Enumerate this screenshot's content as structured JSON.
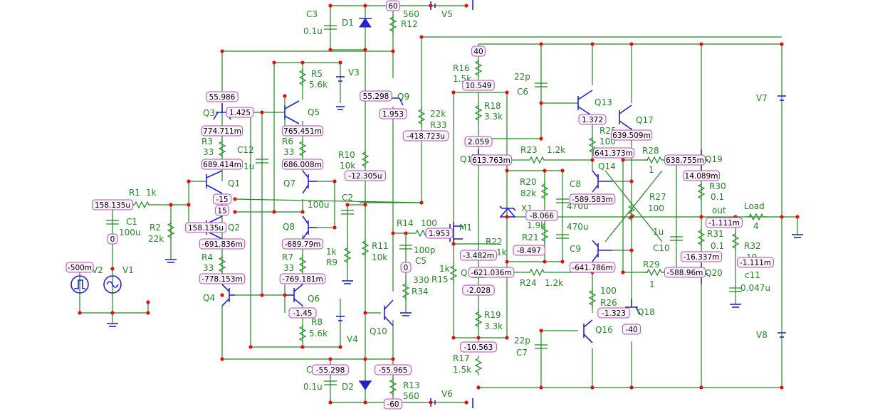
{
  "components": [
    {
      "id": "C3",
      "ref": "C3",
      "value": "0.1u"
    },
    {
      "id": "D1",
      "ref": "D1",
      "value": ""
    },
    {
      "id": "R12",
      "ref": "R12",
      "value": "560"
    },
    {
      "id": "V5",
      "ref": "V5",
      "value": ""
    },
    {
      "id": "R5",
      "ref": "R5",
      "value": "5.6k"
    },
    {
      "id": "V3",
      "ref": "V3",
      "value": ""
    },
    {
      "id": "Q9",
      "ref": "Q9",
      "value": ""
    },
    {
      "id": "R16",
      "ref": "R16",
      "value": "1.5k"
    },
    {
      "id": "C6",
      "ref": "C6",
      "value": "22p"
    },
    {
      "id": "Q13",
      "ref": "Q13",
      "value": ""
    },
    {
      "id": "Q17",
      "ref": "Q17",
      "value": ""
    },
    {
      "id": "V7",
      "ref": "V7",
      "value": ""
    },
    {
      "id": "Q3",
      "ref": "Q3",
      "value": ""
    },
    {
      "id": "Q5",
      "ref": "Q5",
      "value": ""
    },
    {
      "id": "R18",
      "ref": "R18",
      "value": "3.3k"
    },
    {
      "id": "R25",
      "ref": "R25",
      "value": "100"
    },
    {
      "id": "R33",
      "ref": "R33",
      "value": "22k"
    },
    {
      "id": "R3",
      "ref": "R3",
      "value": "33"
    },
    {
      "id": "R6",
      "ref": "R6",
      "value": "33"
    },
    {
      "id": "C12",
      "ref": "C12",
      "value": "1u"
    },
    {
      "id": "R10",
      "ref": "R10",
      "value": "10k"
    },
    {
      "id": "Q11",
      "ref": "Q11",
      "value": ""
    },
    {
      "id": "R23",
      "ref": "R23",
      "value": "1.2k"
    },
    {
      "id": "R28",
      "ref": "R28",
      "value": "1"
    },
    {
      "id": "Q19",
      "ref": "Q19",
      "value": ""
    },
    {
      "id": "Q14",
      "ref": "Q14",
      "value": ""
    },
    {
      "id": "R20",
      "ref": "R20",
      "value": "82k"
    },
    {
      "id": "C8",
      "ref": "C8",
      "value": "470u"
    },
    {
      "id": "R30",
      "ref": "R30",
      "value": "0.1"
    },
    {
      "id": "Q1",
      "ref": "Q1",
      "value": ""
    },
    {
      "id": "Q7",
      "ref": "Q7",
      "value": ""
    },
    {
      "id": "C2",
      "ref": "C2",
      "value": "100u"
    },
    {
      "id": "R27",
      "ref": "R27",
      "value": "100"
    },
    {
      "id": "Load",
      "ref": "Load",
      "value": "4"
    },
    {
      "id": "R1",
      "ref": "R1",
      "value": "1k"
    },
    {
      "id": "X1",
      "ref": "X1",
      "value": ""
    },
    {
      "id": "R14",
      "ref": "R14",
      "value": "100"
    },
    {
      "id": "M1",
      "ref": "M1",
      "value": ""
    },
    {
      "id": "C1",
      "ref": "C1",
      "value": "100u"
    },
    {
      "id": "Q2",
      "ref": "Q2",
      "value": ""
    },
    {
      "id": "Q8",
      "ref": "Q8",
      "value": ""
    },
    {
      "id": "R21",
      "ref": "R21",
      "value": "1.9k"
    },
    {
      "id": "C9",
      "ref": "C9",
      "value": "470u"
    },
    {
      "id": "C10",
      "ref": "C10",
      "value": "1u"
    },
    {
      "id": "R31",
      "ref": "R31",
      "value": "0.1"
    },
    {
      "id": "R32",
      "ref": "R32",
      "value": "10"
    },
    {
      "id": "R2",
      "ref": "R2",
      "value": "22k"
    },
    {
      "id": "R22",
      "ref": "R22",
      "value": "1k"
    },
    {
      "id": "R9",
      "ref": "R9",
      "value": "1k"
    },
    {
      "id": "R11",
      "ref": "R11",
      "value": "10k"
    },
    {
      "id": "C5",
      "ref": "C5",
      "value": "100p"
    },
    {
      "id": "R4",
      "ref": "R4",
      "value": "33"
    },
    {
      "id": "R7",
      "ref": "R7",
      "value": "33"
    },
    {
      "id": "Q12",
      "ref": "Q12",
      "value": ""
    },
    {
      "id": "R15",
      "ref": "R15",
      "value": "1k"
    },
    {
      "id": "R24",
      "ref": "R24",
      "value": "1.2k"
    },
    {
      "id": "R29",
      "ref": "R29",
      "value": "1"
    },
    {
      "id": "Q20",
      "ref": "Q20",
      "value": ""
    },
    {
      "id": "C11",
      "ref": "c11",
      "value": "0.047u"
    },
    {
      "id": "V2",
      "ref": "V2",
      "value": ""
    },
    {
      "id": "V1",
      "ref": "V1",
      "value": ""
    },
    {
      "id": "Q4",
      "ref": "Q4",
      "value": ""
    },
    {
      "id": "Q6",
      "ref": "Q6",
      "value": ""
    },
    {
      "id": "R34",
      "ref": "R34",
      "value": "330"
    },
    {
      "id": "R26",
      "ref": "R26",
      "value": "100"
    },
    {
      "id": "Q18",
      "ref": "Q18",
      "value": ""
    },
    {
      "id": "R19",
      "ref": "R19",
      "value": "3.3k"
    },
    {
      "id": "R8",
      "ref": "R8",
      "value": "5.6k"
    },
    {
      "id": "V4",
      "ref": "V4",
      "value": ""
    },
    {
      "id": "Q10",
      "ref": "Q10",
      "value": ""
    },
    {
      "id": "Q16",
      "ref": "Q16",
      "value": ""
    },
    {
      "id": "C7",
      "ref": "C7",
      "value": "22p"
    },
    {
      "id": "V8",
      "ref": "V8",
      "value": ""
    },
    {
      "id": "R17",
      "ref": "R17",
      "value": "1.5k"
    },
    {
      "id": "C4",
      "ref": "C4",
      "value": "0.1u"
    },
    {
      "id": "D2",
      "ref": "D2",
      "value": ""
    },
    {
      "id": "R13",
      "ref": "R13",
      "value": "560"
    },
    {
      "id": "V6",
      "ref": "V6",
      "value": ""
    }
  ],
  "node_voltages": [
    "60",
    "40",
    "55.986",
    "1.425",
    "55.298",
    "10.549",
    "1.953",
    "774.711m",
    "765.451m",
    "2.059",
    "-418.723u",
    "1.372",
    "639.509m",
    "689.414m",
    "686.008m",
    "613.763m",
    "641.373m",
    "638.755m",
    "-12.305u",
    "14.089m",
    "158.135u",
    "-15",
    "15",
    "-589.583m",
    "158.135u",
    "-691.836m",
    "-689.79m",
    "1.953",
    "-8.066",
    "-1.111m",
    "-8.497",
    "-1.111m",
    "-3.482m",
    "-16.337m",
    "-500m",
    "0",
    "-778.153m",
    "-769.181m",
    "-621.036m",
    "-641.786m",
    "-588.96m",
    "-1.45",
    "-2.028",
    "-1.323",
    "-40",
    "0",
    "-10.563",
    "-55.298",
    "-55.965",
    "-60"
  ],
  "net_labels": {
    "out": "out"
  }
}
